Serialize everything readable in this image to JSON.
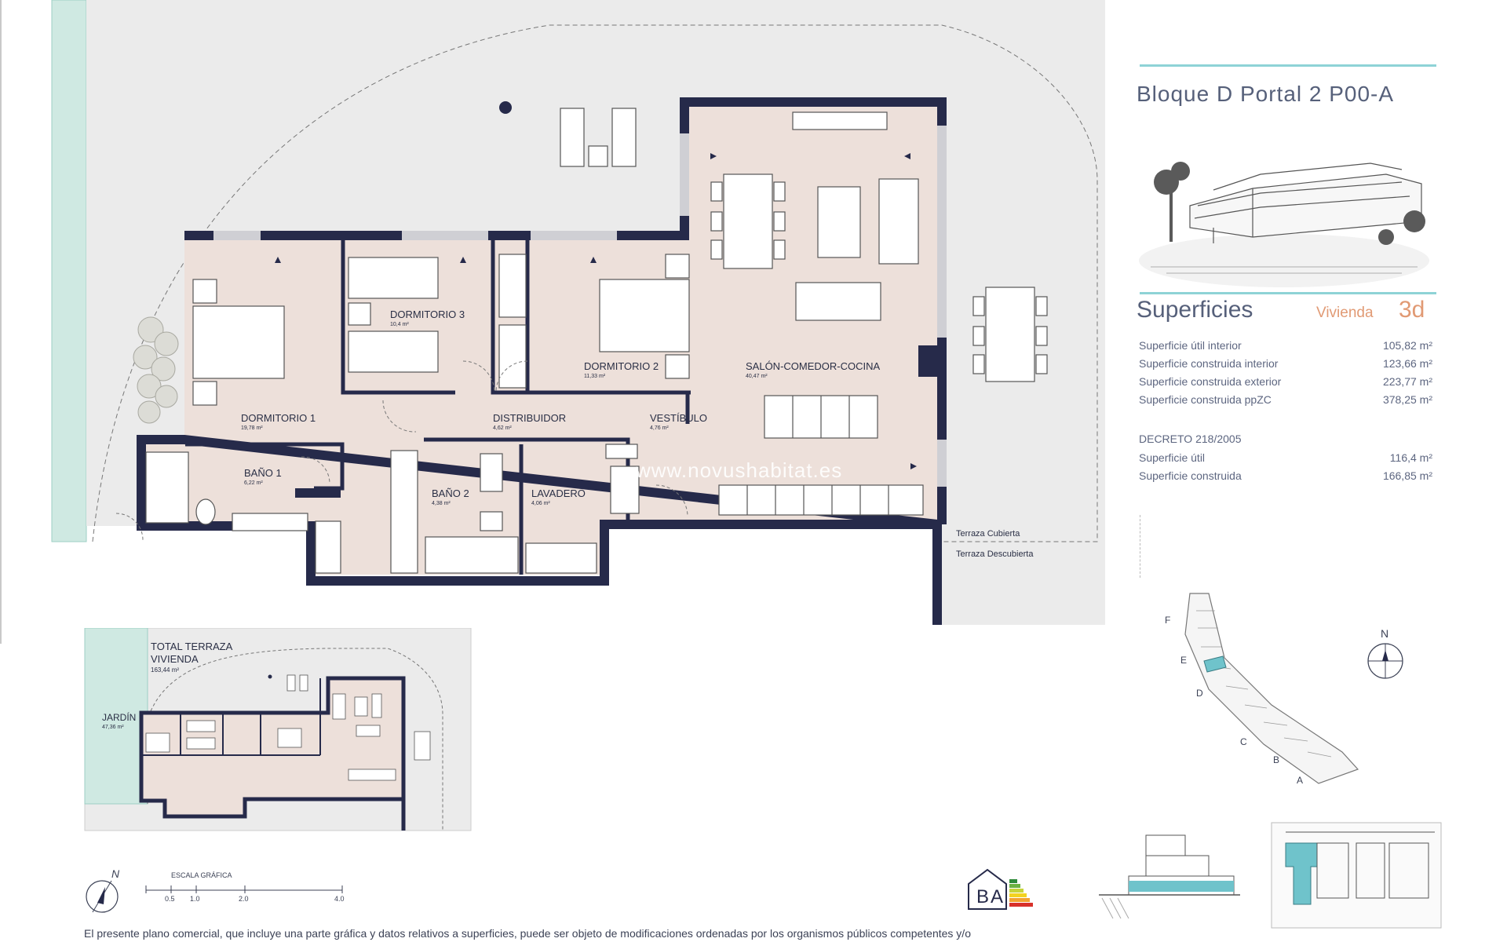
{
  "header": {
    "title": "Bloque D Portal 2 P00-A"
  },
  "superficies": {
    "heading": "Superficies",
    "vivienda_label": "Vivienda",
    "vivienda_value": "3d",
    "rows": [
      {
        "label": "Superficie útil interior",
        "value": "105,82 m²"
      },
      {
        "label": "Superficie construida interior",
        "value": "123,66 m²"
      },
      {
        "label": "Superficie construida exterior",
        "value": "223,77 m²"
      },
      {
        "label": "Superficie construida ppZC",
        "value": "378,25 m²"
      }
    ],
    "decreto_title": "DECRETO 218/2005",
    "decreto_rows": [
      {
        "label": "Superficie útil",
        "value": "116,4 m²"
      },
      {
        "label": "Superficie construida",
        "value": "166,85 m²"
      }
    ]
  },
  "rooms": [
    {
      "name": "DORMITORIO 3",
      "area": "10,4 m²"
    },
    {
      "name": "DORMITORIO 2",
      "area": "11,33 m²"
    },
    {
      "name": "SALÓN-COMEDOR-COCINA",
      "area": "40,47 m²"
    },
    {
      "name": "DORMITORIO 1",
      "area": "19,78 m²"
    },
    {
      "name": "DISTRIBUIDOR",
      "area": "4,62 m²"
    },
    {
      "name": "VESTÍBULO",
      "area": "4,76 m²"
    },
    {
      "name": "BAÑO 1",
      "area": "6,22 m²"
    },
    {
      "name": "BAÑO 2",
      "area": "4,38 m²"
    },
    {
      "name": "LAVADERO",
      "area": "4,06 m²"
    }
  ],
  "terrace_labels": {
    "cubierta": "Terraza Cubierta",
    "descubierta": "Terraza Descubierta"
  },
  "mini_plan": {
    "total_line1": "TOTAL  TERRAZA",
    "total_line2": "VIVIENDA",
    "total_area": "163,44 m²",
    "jardin": "JARDÍN",
    "jardin_area": "47,36 m²"
  },
  "scale": {
    "label": "ESCALA GRÁFICA",
    "ticks": [
      "0.5",
      "1.0",
      "2.0",
      "4.0"
    ]
  },
  "north": "N",
  "site_blocks": [
    "F",
    "E",
    "D",
    "C",
    "B",
    "A"
  ],
  "energy": {
    "letters": [
      "B",
      "A"
    ]
  },
  "watermark": "www.novushabitat.es",
  "disclaimer": "El presente plano comercial, que incluye una parte gráfica y datos relativos a superficies, puede ser objeto de modificaciones ordenadas por los organismos públicos competentes y/o",
  "colors": {
    "wall": "#262a4a",
    "floor": "#ede0da",
    "terrace": "#ebebeb",
    "garden": "#cfe9e2",
    "accent": "#8ed3d6",
    "highlight": "#6fc3cb",
    "vivienda": "#e19a74"
  }
}
